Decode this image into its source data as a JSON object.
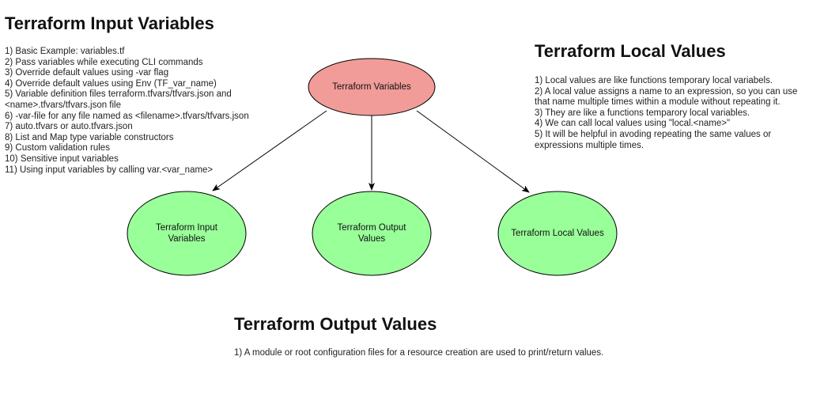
{
  "sections": {
    "input": {
      "title": "Terraform Input Variables",
      "items": [
        "1) Basic Example: variables.tf",
        "2) Pass variables while executing CLI commands",
        "3) Override default values using -var flag",
        "4) Override default values using Env (TF_var_name)",
        "5) Variable definition files terraform.tfvars/tfvars.json and",
        "<name>.tfvars/tfvars.json file",
        "6) -var-file for any file named as <filename>.tfvars/tfvars.json",
        "7) auto.tfvars or auto.tfvars.json",
        "8) List and Map type variable constructors",
        "9) Custom validation rules",
        "10) Sensitive input variables",
        "11) Using input variables by calling var.<var_name>"
      ]
    },
    "local": {
      "title": "Terraform Local Values",
      "items": [
        "1) Local values are like functions temporary local variabels.",
        "2) A local value assigns  a name to an expression, so you can use",
        "that name multiple times within a module without repeating it.",
        "3) They are like a functions temparory  local variables.",
        "4) We can call local values using \"local.<name>\"",
        "5) It will be helpful in avoding repeating the same values or",
        "expressions multiple times."
      ]
    },
    "output": {
      "title": "Terraform Output Values",
      "items": [
        "1) A module or root configuration files for a resource creation are used to print/return values."
      ]
    }
  },
  "nodes": {
    "root": {
      "label": "Terraform Variables",
      "fill": "#f19c99"
    },
    "input": {
      "label": "Terraform Input Variables",
      "fill": "#99ff99"
    },
    "output": {
      "label": "Terraform Output Values",
      "fill": "#99ff99"
    },
    "local": {
      "label": "Terraform Local Values",
      "fill": "#99ff99"
    }
  },
  "colors": {
    "stroke": "#000000",
    "arrow": "#000000"
  }
}
